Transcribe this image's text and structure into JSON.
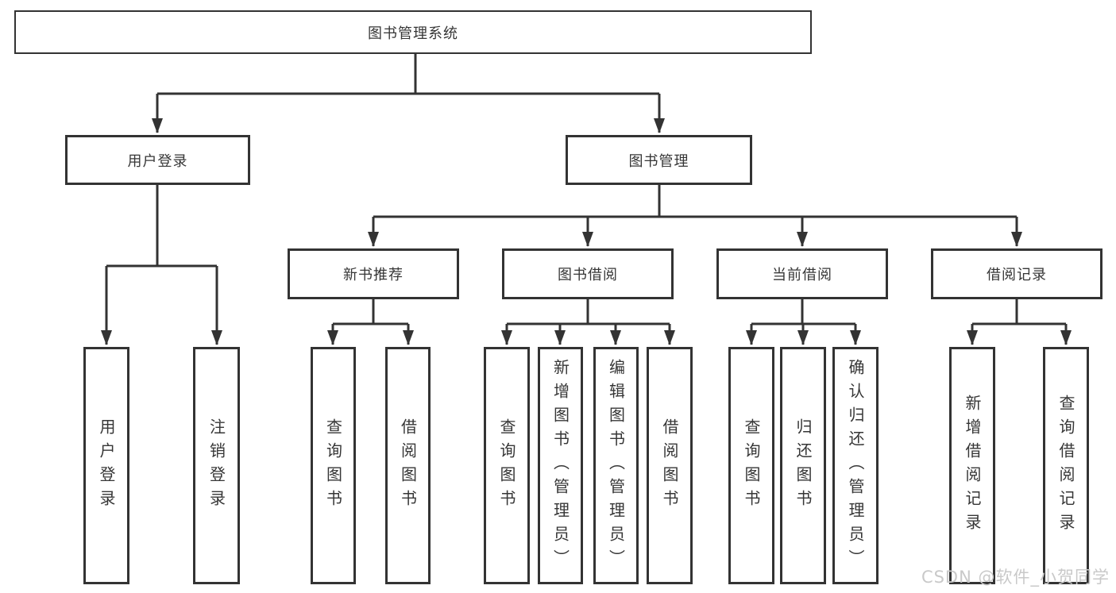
{
  "diagram": {
    "root": "图书管理系统",
    "userLogin": {
      "label": "用户登录",
      "children": [
        "用户登录",
        "注销登录"
      ]
    },
    "bookMgmt": {
      "label": "图书管理",
      "groups": {
        "newBooks": {
          "label": "新书推荐",
          "children": [
            "查询图书",
            "借阅图书"
          ]
        },
        "borrow": {
          "label": "图书借阅",
          "children": [
            "查询图书",
            "新增图书（管理员）",
            "编辑图书（管理员）",
            "借阅图书"
          ]
        },
        "current": {
          "label": "当前借阅",
          "children": [
            "查询图书",
            "归还图书",
            "确认归还（管理员）"
          ]
        },
        "records": {
          "label": "借阅记录",
          "children": [
            "新增借阅记录",
            "查询借阅记录"
          ]
        }
      }
    }
  },
  "watermark": "CSDN @软件_小贺同学",
  "colors": {
    "line": "#333333",
    "text": "#363636",
    "watermark": "#c9c9c9",
    "background": "#ffffff"
  }
}
